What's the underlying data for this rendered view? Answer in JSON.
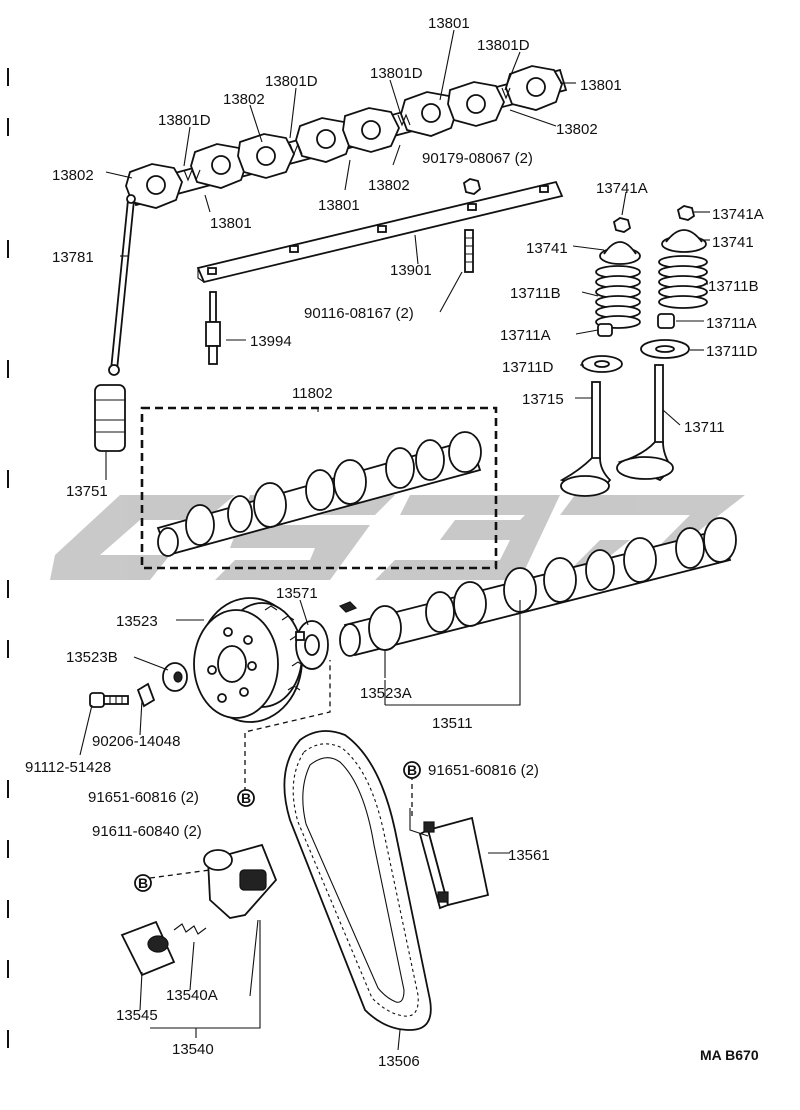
{
  "callouts": {
    "c13801_a": "13801",
    "c13801D_a": "13801D",
    "c13801D_b": "13801D",
    "c13801_b": "13801",
    "c13802_a": "13802",
    "c13801D_c": "13801D",
    "c13802_b": "13802",
    "c13801D_d": "13801D",
    "c13802_c": "13802",
    "c13801_c": "13801",
    "c13801_d": "13801",
    "c13802_d": "13802",
    "c90179": "90179-08067 (2)",
    "c13741A_a": "13741A",
    "c13741A_b": "13741A",
    "c13781": "13781",
    "c13741_a": "13741",
    "c13741_b": "13741",
    "c13901": "13901",
    "c13711B_a": "13711B",
    "c13711B_b": "13711B",
    "c90116": "90116-08167 (2)",
    "c13711A_a": "13711A",
    "c13711A_b": "13711A",
    "c13994": "13994",
    "c13711D_a": "13711D",
    "c13711D_b": "13711D",
    "c11802": "11802",
    "c13715": "13715",
    "c13711": "13711",
    "c13751": "13751",
    "c13571": "13571",
    "c13523": "13523",
    "c13523B": "13523B",
    "c13523A": "13523A",
    "c13511": "13511",
    "c90206": "90206-14048",
    "c91112": "91112-51428",
    "c91651_a": "91651-60816 (2)",
    "c91651_b": "91651-60816 (2)",
    "c91611": "91611-60840 (2)",
    "c13561": "13561",
    "c13540A": "13540A",
    "c13545": "13545",
    "c13540": "13540",
    "c13506": "13506"
  },
  "markers": {
    "b": "B"
  },
  "footer": {
    "code": "MA B670"
  },
  "colors": {
    "ink": "#111111",
    "watermark": "#bfbfbf"
  }
}
